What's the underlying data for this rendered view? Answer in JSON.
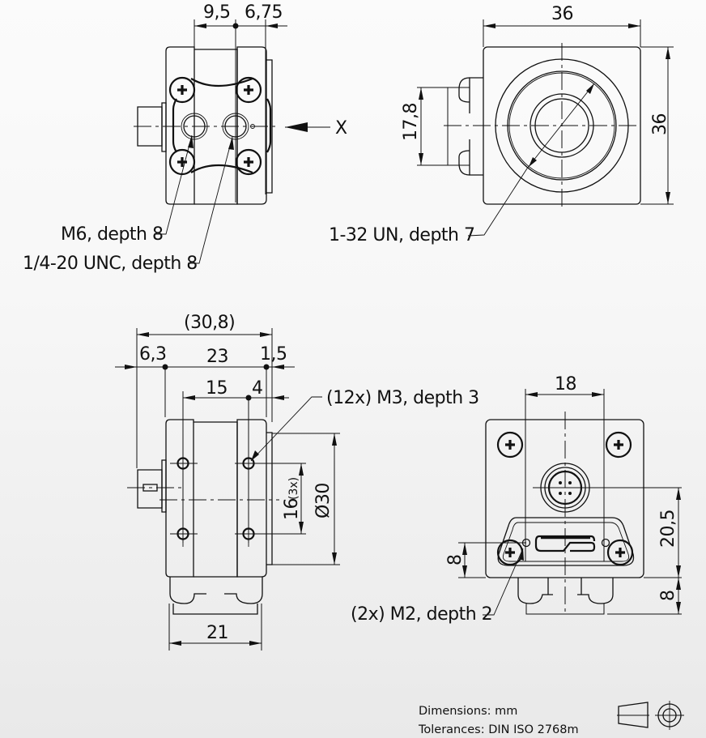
{
  "title": "Camera housing dimension drawing",
  "colors": {
    "line": "#111111",
    "background_top": "#fbfbfb",
    "background_bottom": "#e9e9e9"
  },
  "views": {
    "side_top": {
      "dims": {
        "left_offset": "9,5",
        "right_offset": "6,75"
      },
      "view_marker": "X",
      "callouts": {
        "m6": "M6, depth 8",
        "unc": "1/4-20 UNC, depth 8"
      }
    },
    "front": {
      "dims": {
        "width": "36",
        "height": "36",
        "connector_spacing": "17,8"
      },
      "callouts": {
        "thread": "1-32 UN, depth 7"
      }
    },
    "side_bottom": {
      "dims": {
        "overall": "(30,8)",
        "left": "6,3",
        "middle": "23",
        "right": "1,5",
        "hole_spacing": "15",
        "hole_offset": "4",
        "hole_pitch": "16",
        "hole_pitch_count": "(3x)",
        "diameter": "Ø30",
        "base_width": "21"
      },
      "callouts": {
        "m3": "(12x) M3, depth 3"
      }
    },
    "back": {
      "dims": {
        "connector_width": "18",
        "connector_height": "20,5",
        "usb_height": "8",
        "foot_height": "8"
      },
      "callouts": {
        "m2": "(2x) M2, depth 2"
      }
    }
  },
  "footer": {
    "units": "Dimensions: mm",
    "tolerances": "Tolerances: DIN ISO 2768m",
    "projection_icon": "first-angle-projection-icon"
  }
}
